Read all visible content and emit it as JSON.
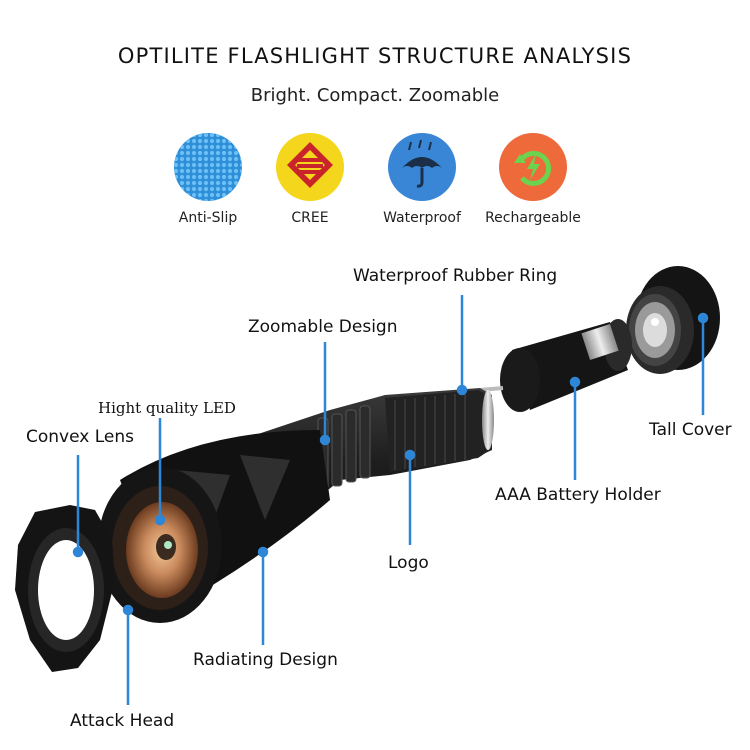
{
  "header": {
    "title": "OPTILITE FLASHLIGHT STRUCTURE ANALYSIS",
    "subtitle": "Bright. Compact. Zoomable"
  },
  "features": [
    {
      "label": "Anti-Slip",
      "icon": "anti-slip-icon",
      "color": "#2f8fd8"
    },
    {
      "label": "CREE",
      "icon": "cree-icon",
      "color": "#f2d21a"
    },
    {
      "label": "Waterproof",
      "icon": "umbrella-icon",
      "color": "#3a86d6"
    },
    {
      "label": "Rechargeable",
      "icon": "recharge-icon",
      "color": "#ef6a3c"
    }
  ],
  "callouts": {
    "waterproof_ring": "Waterproof Rubber Ring",
    "zoomable": "Zoomable Design",
    "led": "Hight quality LED",
    "convex_lens": "Convex Lens",
    "tall_cover": "Tall Cover",
    "battery_holder": "AAA Battery Holder",
    "logo": "Logo",
    "radiating": "Radiating Design",
    "attack_head": "Attack Head"
  },
  "colors": {
    "pointer": "#2e86d6",
    "body": "#1b1b1b",
    "lens": "#c9895a"
  }
}
